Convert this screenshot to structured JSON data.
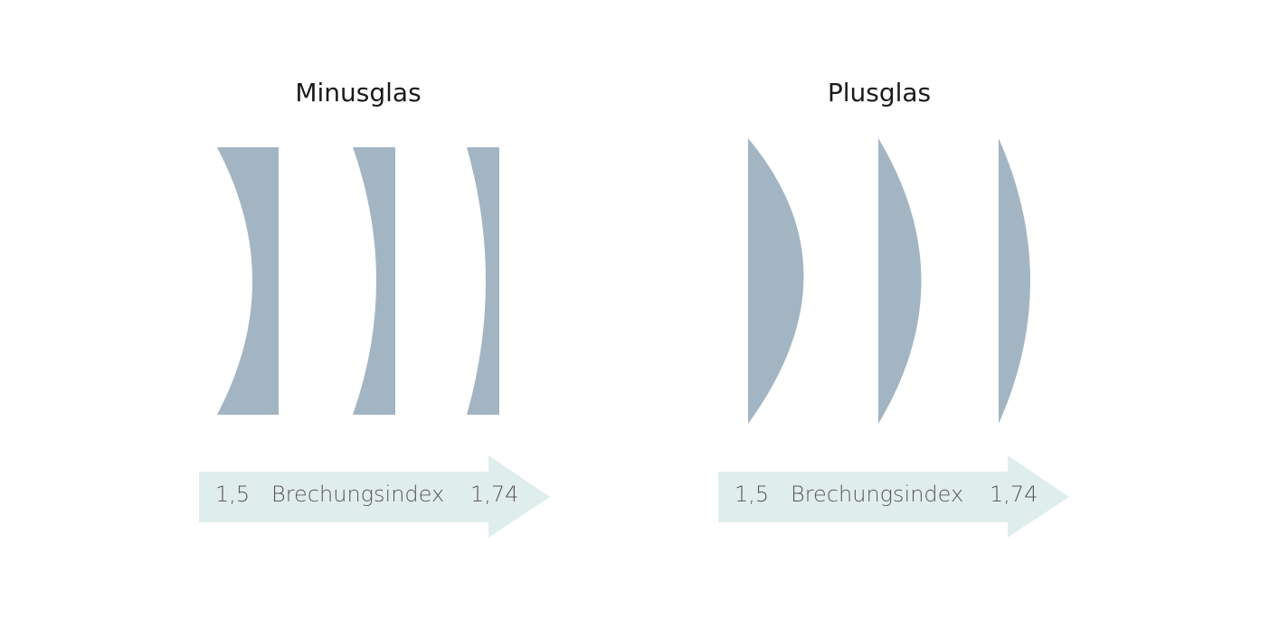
{
  "colors": {
    "lens": "#a3b5c3",
    "arrow": "#e0eded",
    "text": "#5b5753"
  },
  "minus": {
    "title": "Minusglas",
    "arrow": {
      "start": "1,5",
      "label": "Brechungsindex",
      "end": "1,74"
    }
  },
  "plus": {
    "title": "Plusglas",
    "arrow": {
      "start": "1,5",
      "label": "Brechungsindex",
      "end": "1,74"
    }
  }
}
